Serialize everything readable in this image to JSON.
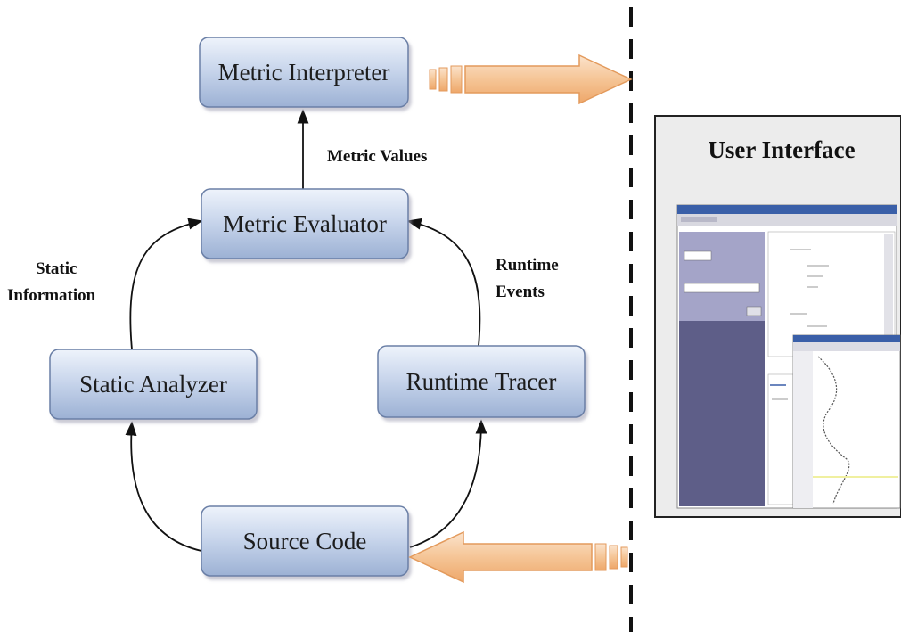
{
  "nodes": {
    "metric_interpreter": "Metric Interpreter",
    "metric_evaluator": "Metric Evaluator",
    "static_analyzer": "Static Analyzer",
    "runtime_tracer": "Runtime Tracer",
    "source_code": "Source Code"
  },
  "edge_labels": {
    "metric_values": "Metric Values",
    "static_line1": "Static",
    "static_line2": "Information",
    "runtime_line1": "Runtime",
    "runtime_line2": "Events"
  },
  "user_interface": {
    "title": "User Interface"
  },
  "colors": {
    "box_top": "#e8eef8",
    "box_bottom": "#9fb4d6",
    "box_border": "#6a7fa6",
    "arrow_fill": "#f6c9a0",
    "arrow_edge": "#e39a5c",
    "ui_sidebar": "#5e5e88",
    "ui_sidebar_light": "#a4a4c8"
  }
}
